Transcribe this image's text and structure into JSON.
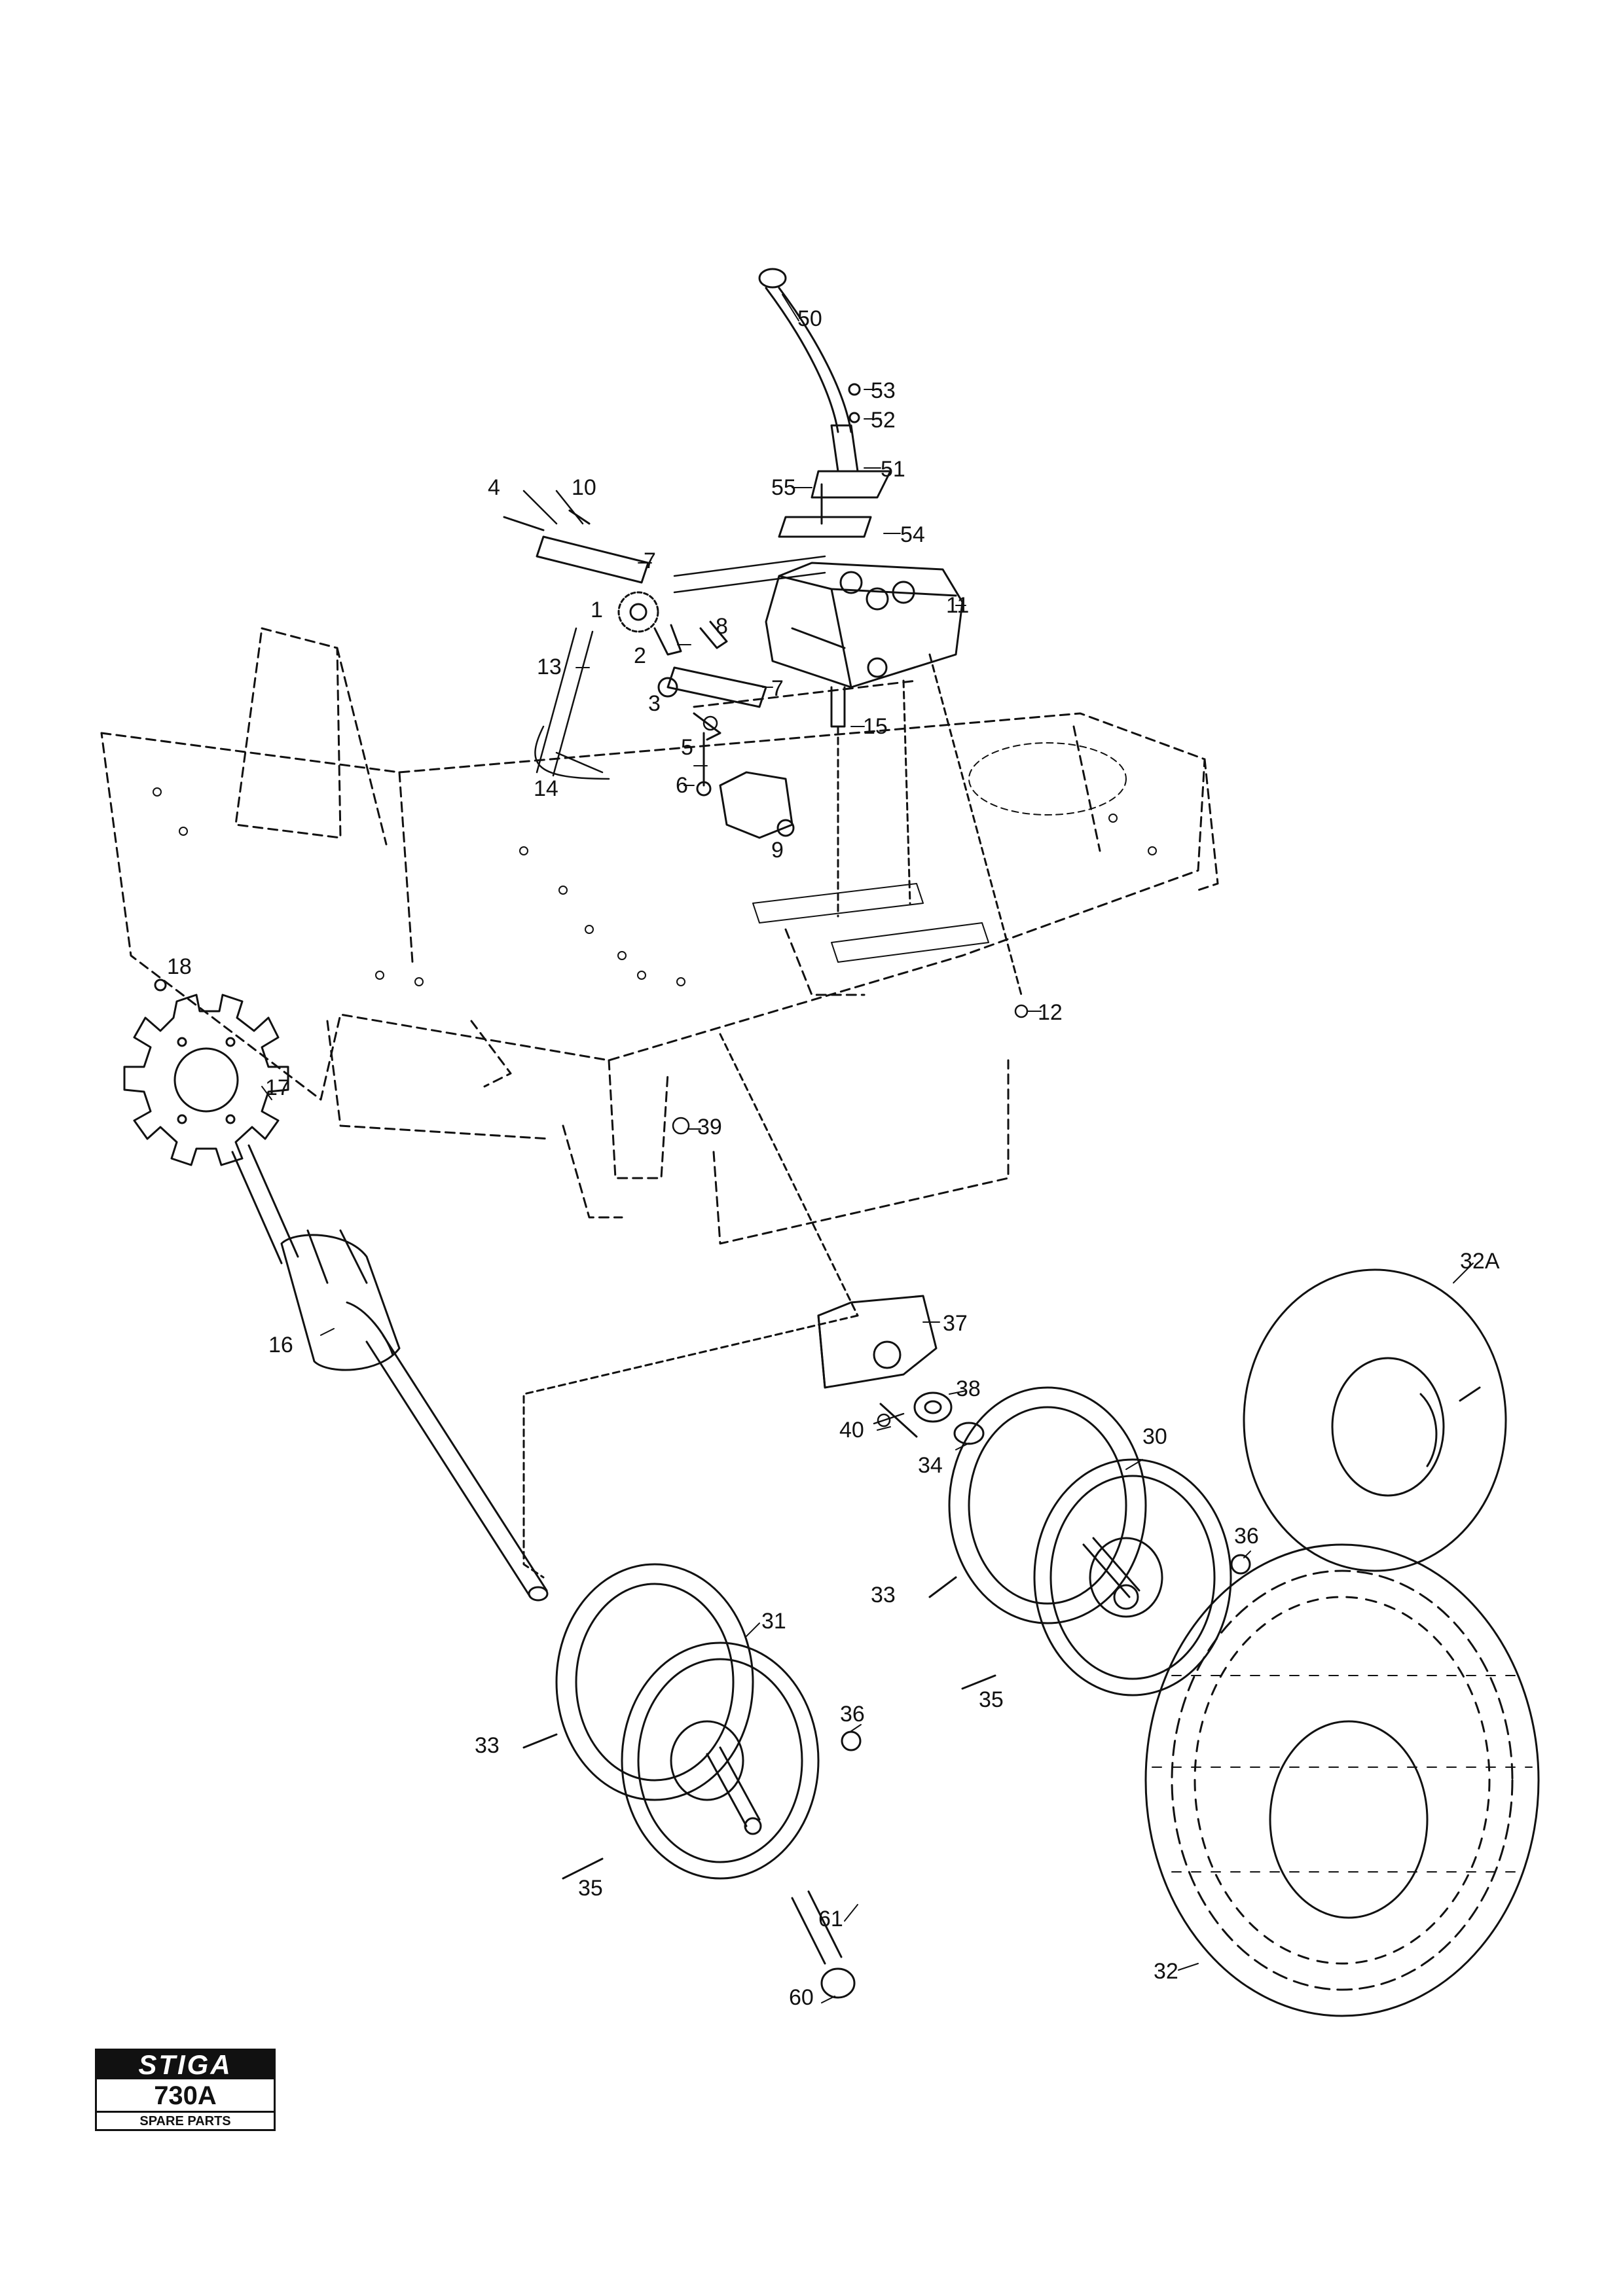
{
  "logo": {
    "brand": "STIGA",
    "model": "730A",
    "subtitle": "SPARE PARTS"
  },
  "callouts": {
    "c50": "50",
    "c53": "53",
    "c52": "52",
    "c51": "51",
    "c55": "55",
    "c54": "54",
    "c4": "4",
    "c10": "10",
    "c7a": "7",
    "c1": "1",
    "c8": "8",
    "c11": "11",
    "c2": "2",
    "c13": "13",
    "c3": "3",
    "c7b": "7",
    "c15": "15",
    "c5": "5",
    "c14": "14",
    "c6": "6",
    "c9": "9",
    "c18": "18",
    "c12": "12",
    "c17": "17",
    "c39": "39",
    "c32A": "32A",
    "c16": "16",
    "c37": "37",
    "c38": "38",
    "c40": "40",
    "c34": "34",
    "c30": "30",
    "c36a": "36",
    "c33a": "33",
    "c31": "31",
    "c35a": "35",
    "c36b": "36",
    "c33b": "33",
    "c35b": "35",
    "c61": "61",
    "c60": "60",
    "c32": "32"
  },
  "colors": {
    "ink": "#111111",
    "paper": "#ffffff"
  }
}
